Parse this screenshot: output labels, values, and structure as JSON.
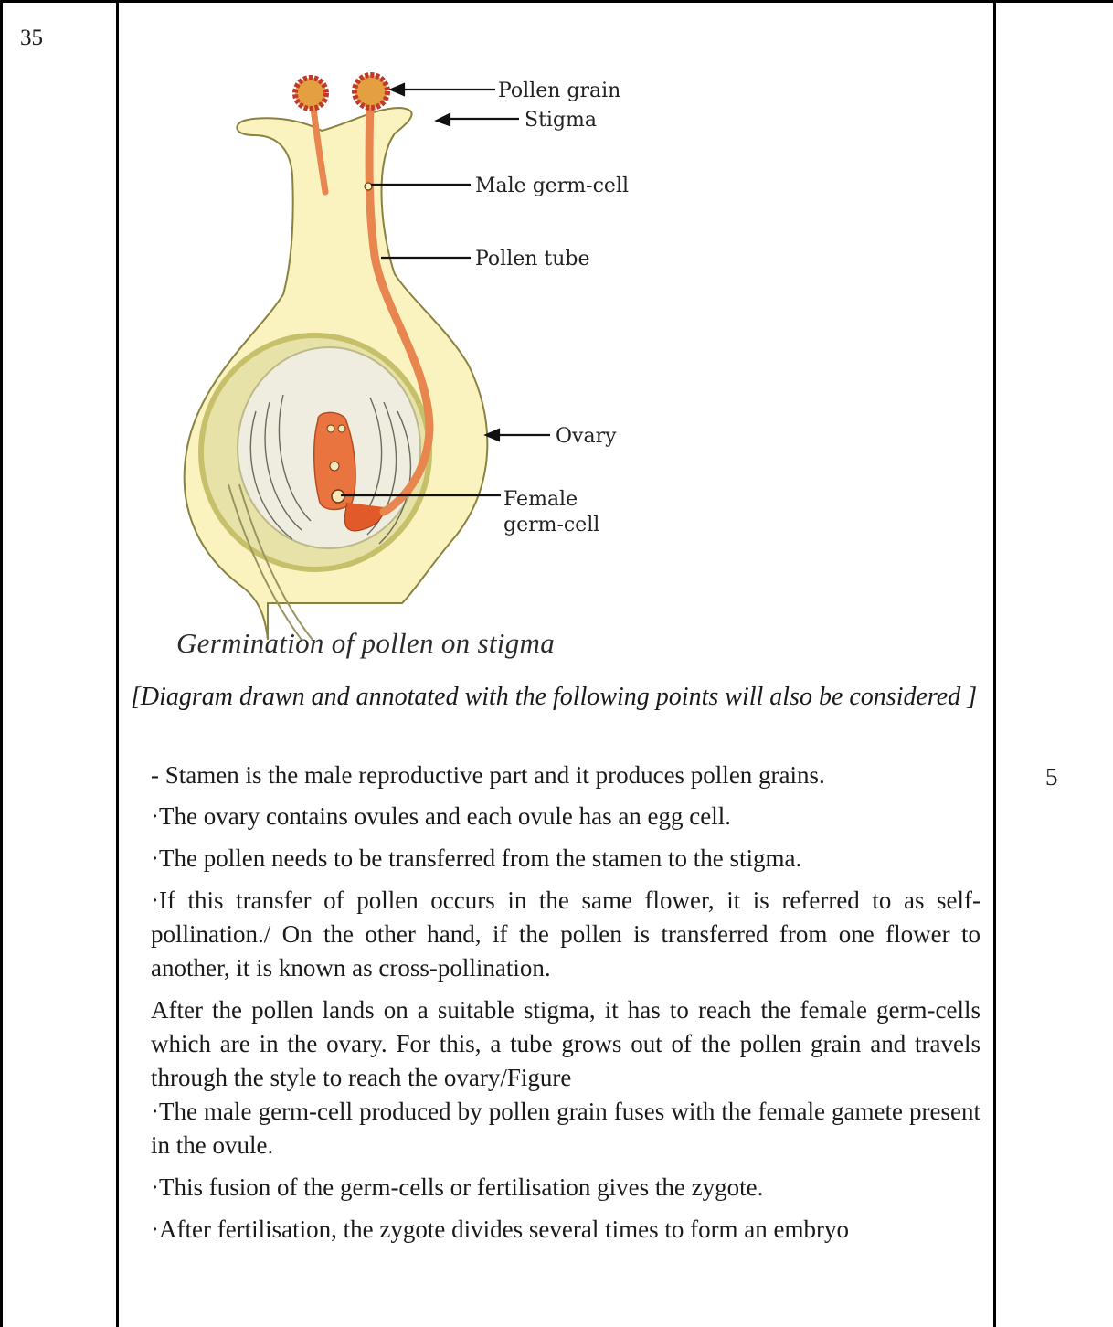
{
  "question_number": "35",
  "marks": "5",
  "figure": {
    "labels": {
      "pollen_grain": "Pollen grain",
      "stigma": "Stigma",
      "male_germ_cell": "Male germ-cell",
      "pollen_tube": "Pollen tube",
      "ovary": "Ovary",
      "female_line1": "Female",
      "female_line2": "germ-cell"
    },
    "caption": "Germination of pollen on stigma",
    "colors": {
      "pistil": "#fbf3bf",
      "pistil_outline": "#8a8240",
      "pollen_tube": "#e8864f",
      "pollen_grain": "#c0392b",
      "ovule": "#e9743f",
      "ovary_wall": "#c7c06a"
    }
  },
  "note": "[Diagram drawn and annotated with the following points will also be considered ]",
  "points": [
    "- Stamen is the male reproductive part and it produces pollen grains.",
    "·The ovary contains ovules and each ovule has an egg cell.",
    "·The pollen needs to be transferred from the stamen to the stigma.",
    "·If this transfer of pollen occurs in the same flower, it is referred to as self-pollination./ On the other hand, if the pollen is transferred from one flower to another, it is known as cross-pollination.",
    "After the pollen lands on a suitable stigma, it has to reach the female germ-cells which are in the ovary. For this, a tube grows out of the pollen grain and travels through the style to reach the ovary/Figure",
    "·The male germ-cell produced by pollen grain fuses with the female gamete present in the ovule.",
    "·This fusion of the germ-cells or fertilisation gives the zygote.",
    "·After fertilisation, the zygote divides several times to form an embryo"
  ]
}
